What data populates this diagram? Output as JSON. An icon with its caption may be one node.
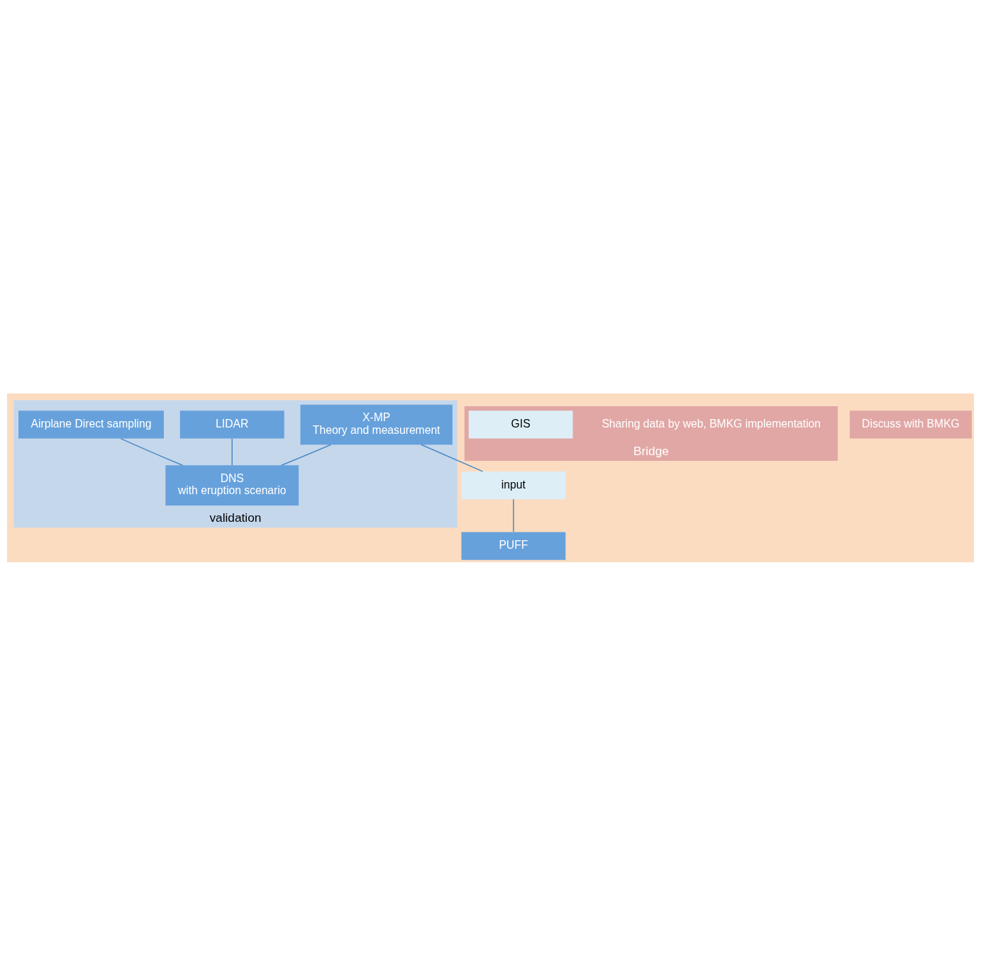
{
  "diagram": {
    "nodes": [
      {
        "text": [
          "validation"
        ]
      },
      {
        "text": [
          "LIDAR"
        ],
        "in": 0
      },
      {
        "text": [
          "Airplane Direct sampling"
        ],
        "in": 0
      },
      {
        "text": [
          "X-MP",
          "Theory and measurement"
        ],
        "in": 0
      },
      {
        "text": [
          "DNS",
          "with eruption scenario"
        ],
        "in": 0
      },
      {
        "text": [
          "input"
        ]
      },
      {
        "text": [
          "PUFF"
        ]
      },
      {
        "text": [
          "Bridge"
        ]
      },
      {
        "text": [
          "Sharing data by web, BMKG implementation"
        ],
        "in": 7
      },
      {
        "text": [
          "GIS"
        ],
        "in": 7
      },
      {
        "text": [
          "Discuss with BMKG"
        ]
      }
    ],
    "edges": [
      {
        "from": 1,
        "to": 4,
        "arrow": "none"
      },
      {
        "from": 2,
        "to": 4,
        "arrow": "none"
      },
      {
        "from": 3,
        "to": 4,
        "arrow": "none"
      },
      {
        "from": 3,
        "to": 5,
        "arrow": "none"
      },
      {
        "from": 5,
        "to": 6,
        "arrow": "none"
      }
    ]
  }
}
